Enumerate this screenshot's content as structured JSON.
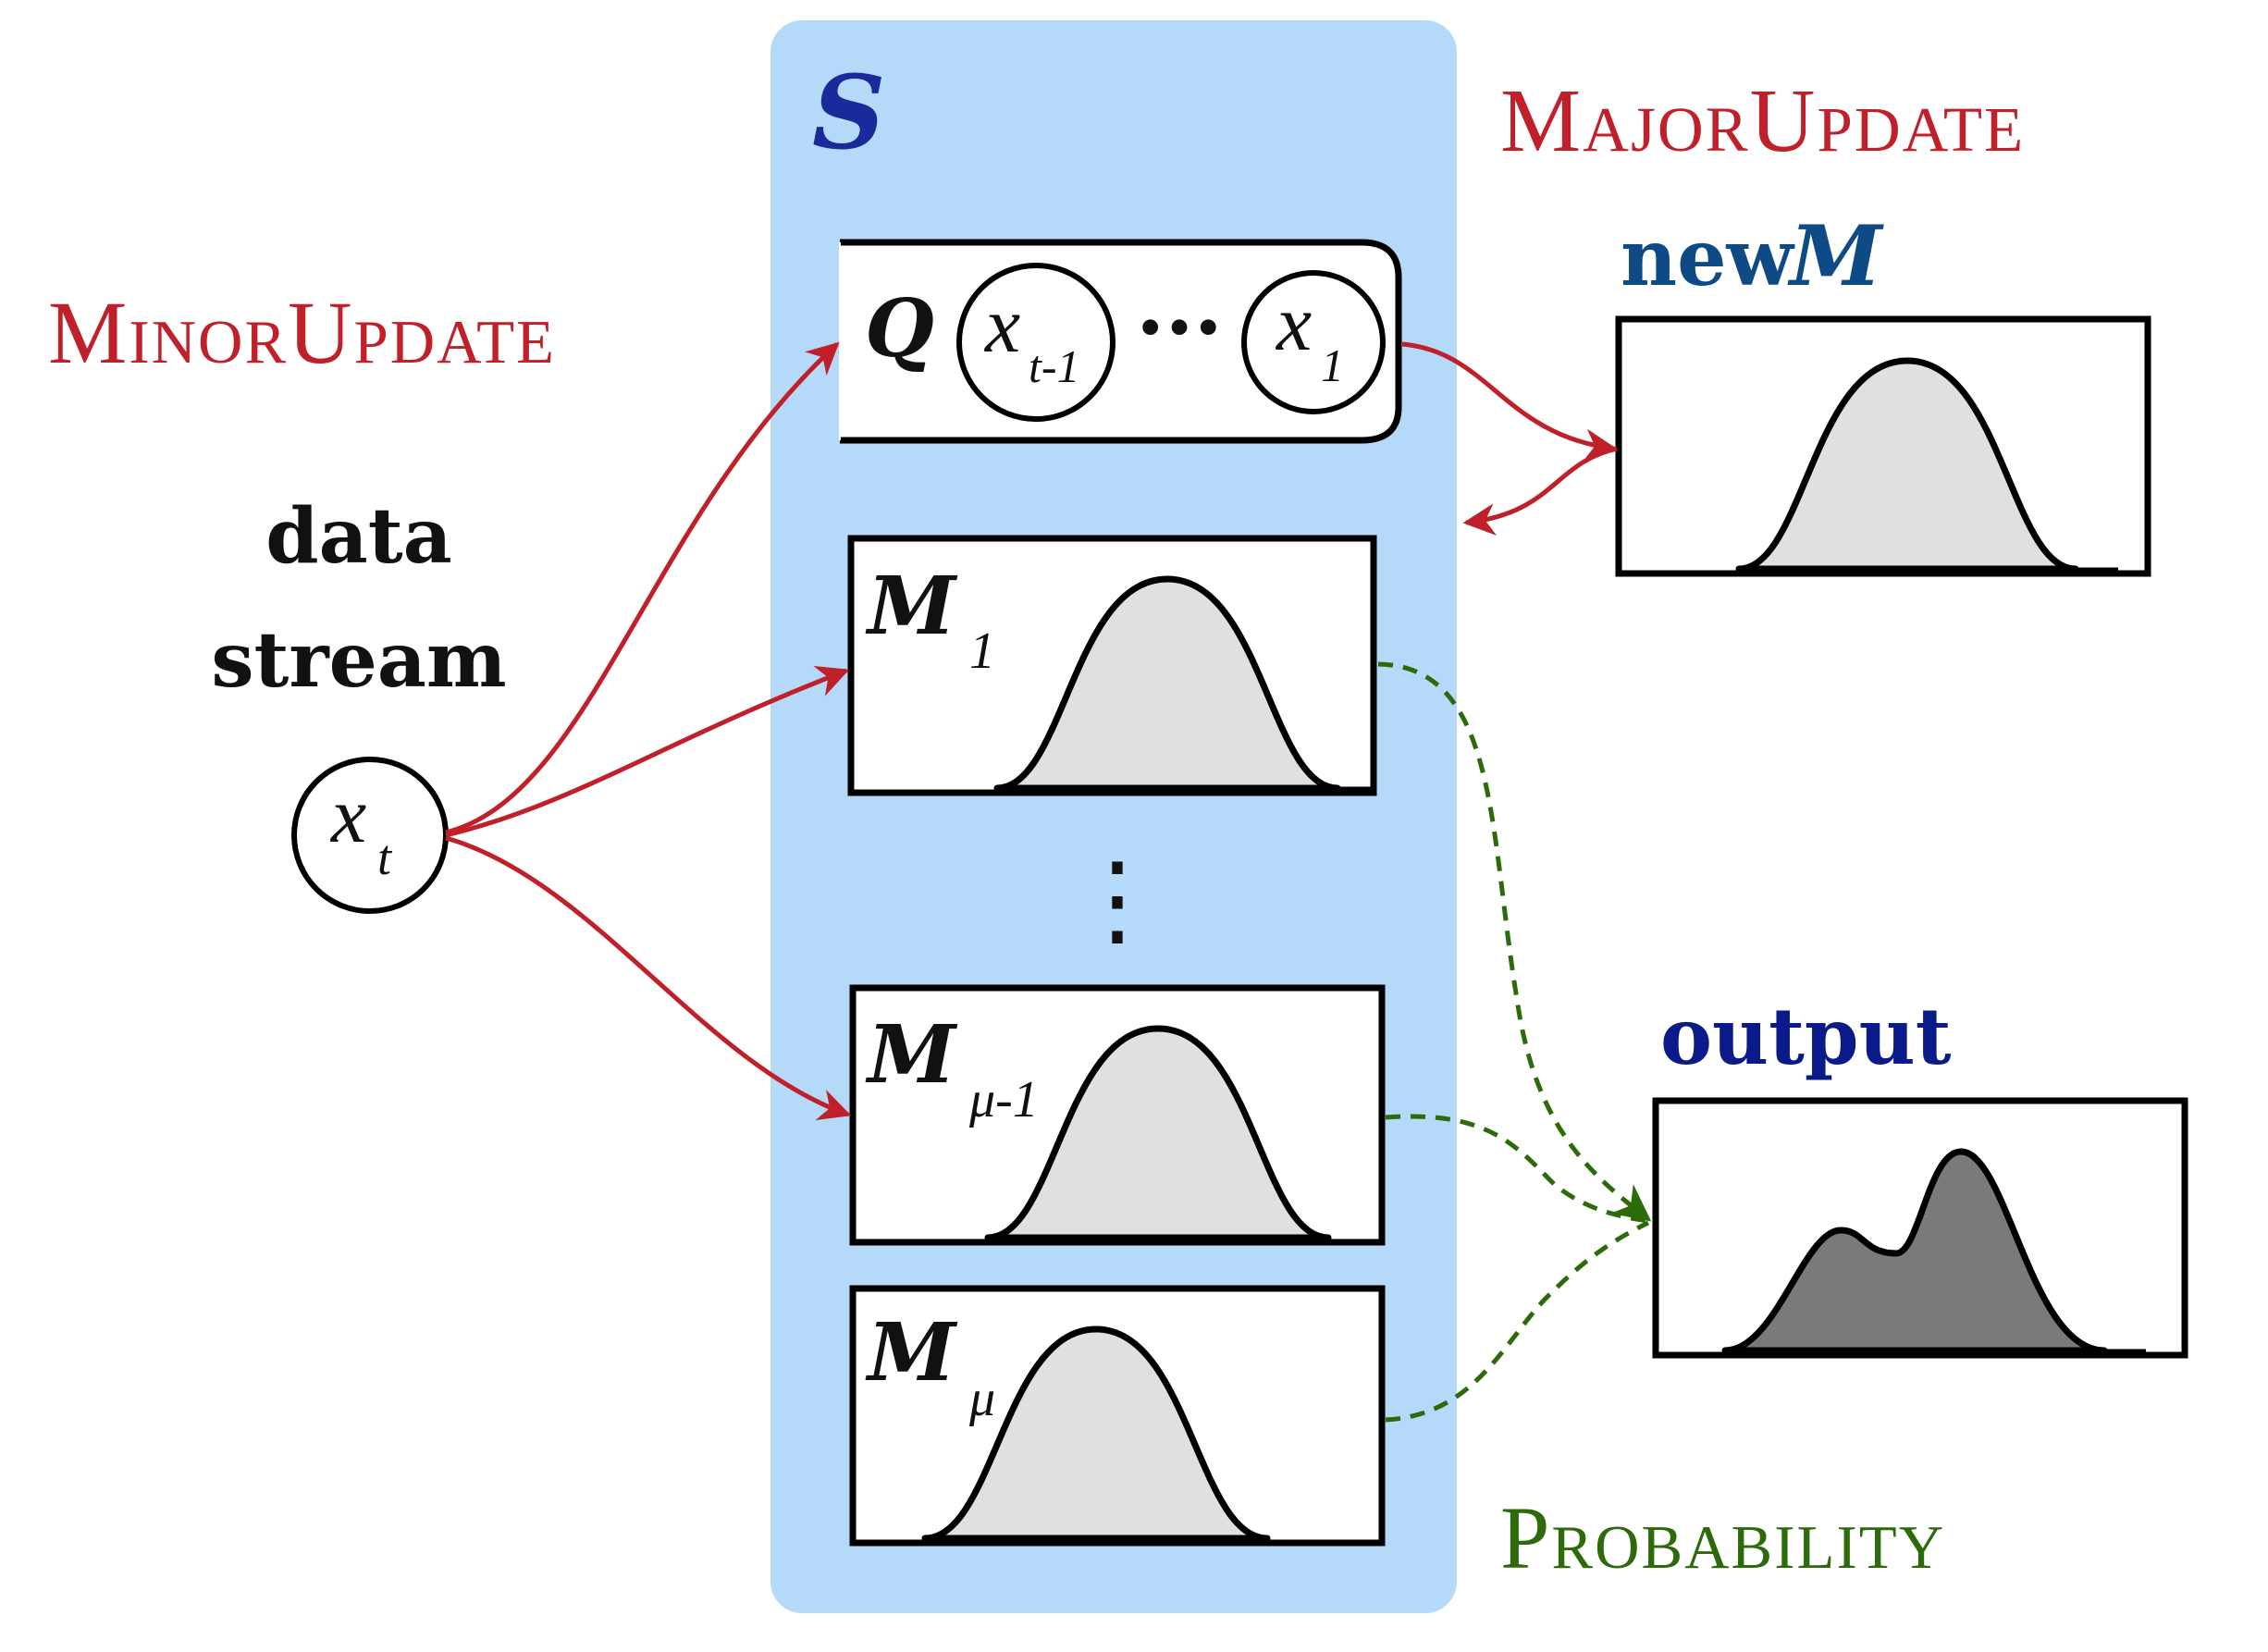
{
  "colors": {
    "panel": "#b5d9f8",
    "minor_update": "#c0202a",
    "major_update": "#c0202a",
    "probability": "#2d6a0a",
    "set_symbol": "#1a2a9a",
    "new_model": "#0d4a86",
    "output": "#0a1a8a",
    "curve_fill": "#e0e0e0",
    "output_fill": "#7a7a7a"
  },
  "labels": {
    "set_symbol": "S",
    "major_update": "MajorUpdate",
    "minor_update": "MinorUpdate",
    "probability": "Probability",
    "new_prefix": "new",
    "new_symbol": "M",
    "output": "output",
    "data_line1": "data",
    "data_line2": "stream"
  },
  "queue": {
    "symbol": "Q",
    "ellipsis": "···",
    "items": [
      {
        "base": "x",
        "sub": "t-1"
      },
      {
        "base": "x",
        "sub": "1"
      }
    ]
  },
  "input_node": {
    "base": "x",
    "sub": "t"
  },
  "models": [
    {
      "symbol": "M",
      "sub": "1"
    },
    {
      "symbol": "M",
      "sub": "μ-1"
    },
    {
      "symbol": "M",
      "sub": "μ"
    }
  ],
  "vertical_ellipsis": "⋮"
}
